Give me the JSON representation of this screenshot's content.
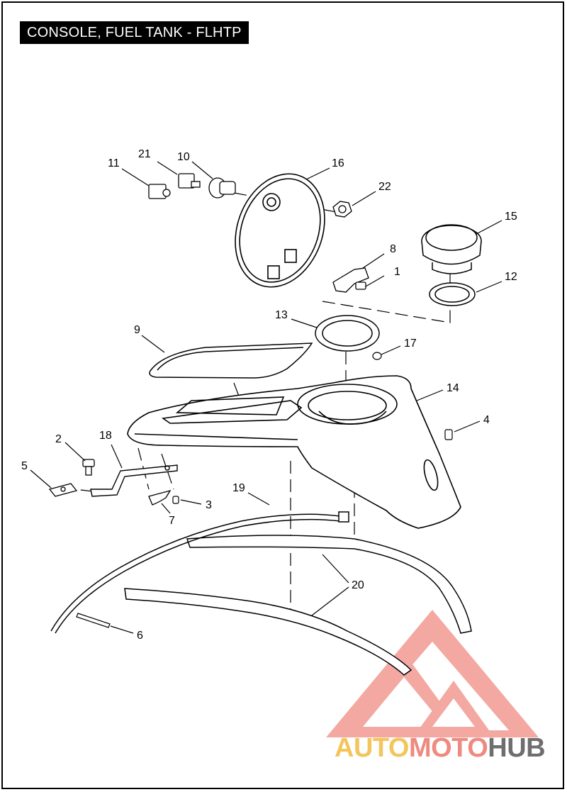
{
  "title": "CONSOLE, FUEL TANK - FLHTP",
  "callouts": [
    {
      "id": "c1",
      "label": "1"
    },
    {
      "id": "c2",
      "label": "2"
    },
    {
      "id": "c3",
      "label": "3"
    },
    {
      "id": "c4",
      "label": "4"
    },
    {
      "id": "c5",
      "label": "5"
    },
    {
      "id": "c6",
      "label": "6"
    },
    {
      "id": "c7",
      "label": "7"
    },
    {
      "id": "c8",
      "label": "8"
    },
    {
      "id": "c9",
      "label": "9"
    },
    {
      "id": "c10",
      "label": "10"
    },
    {
      "id": "c11",
      "label": "11"
    },
    {
      "id": "c12",
      "label": "12"
    },
    {
      "id": "c13",
      "label": "13"
    },
    {
      "id": "c14",
      "label": "14"
    },
    {
      "id": "c15",
      "label": "15"
    },
    {
      "id": "c16",
      "label": "16"
    },
    {
      "id": "c17",
      "label": "17"
    },
    {
      "id": "c18",
      "label": "18"
    },
    {
      "id": "c19",
      "label": "19"
    },
    {
      "id": "c20",
      "label": "20"
    },
    {
      "id": "c21",
      "label": "21"
    },
    {
      "id": "c22",
      "label": "22"
    }
  ],
  "watermark": {
    "part1": "AUTO",
    "part2": "MOTO",
    "part3": "HUB",
    "colors": {
      "part1": "#f3c65c",
      "part2": "#ee8a7f",
      "part3": "#6e6e6e",
      "logo": "#ee8a7f"
    }
  }
}
